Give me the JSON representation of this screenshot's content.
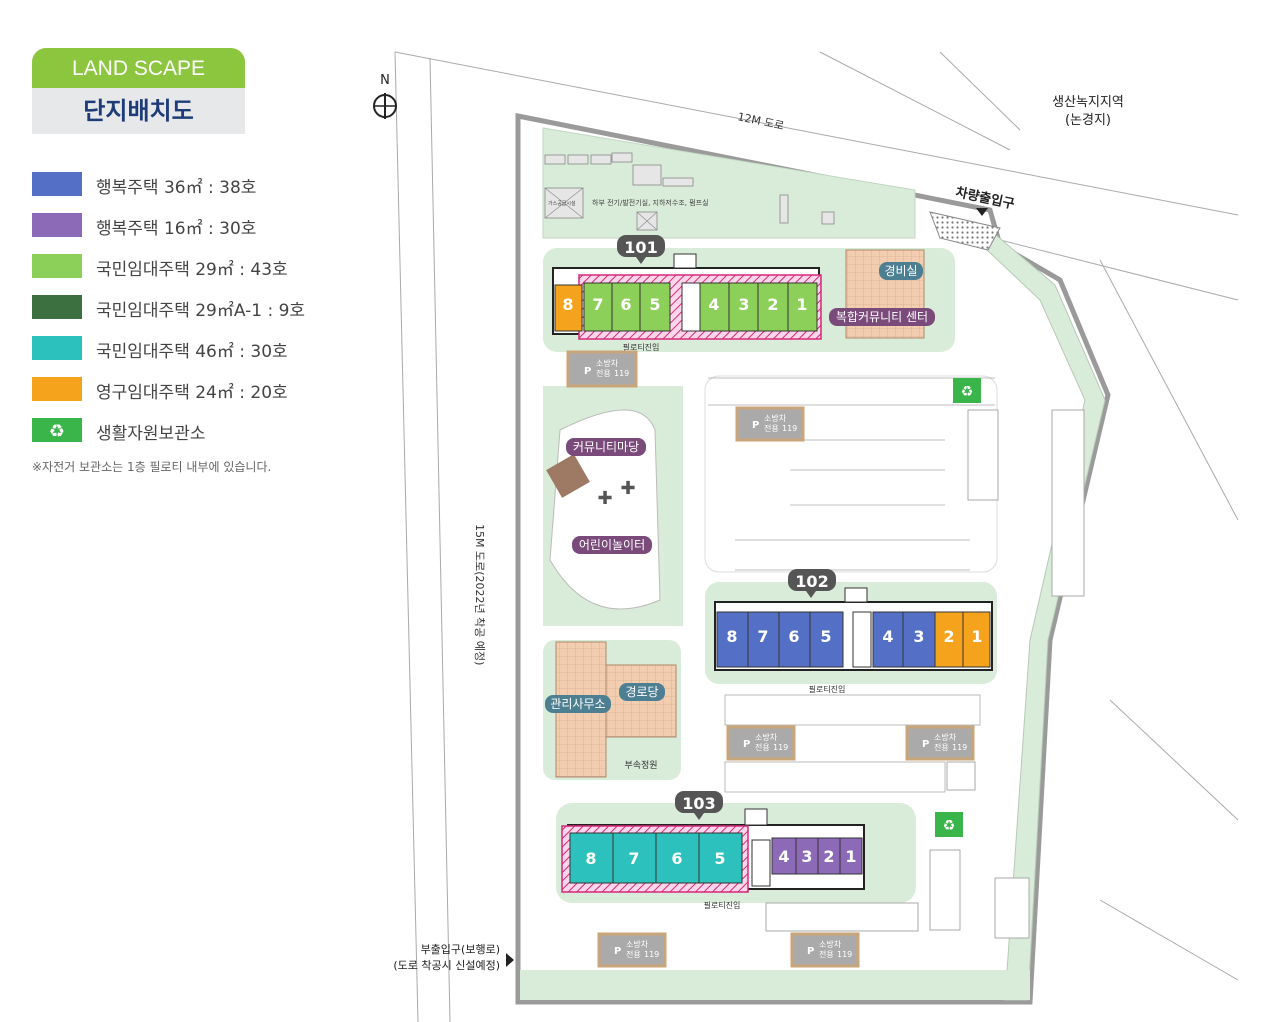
{
  "legend": {
    "heading_en": "LAND SCAPE",
    "heading_ko": "단지배치도",
    "items": [
      {
        "label": "행복주택 36㎡ : 38호",
        "color": "#5470c6"
      },
      {
        "label": "행복주택 16㎡ : 30호",
        "color": "#8c6ab8"
      },
      {
        "label": "국민임대주택 29㎡ : 43호",
        "color": "#8cd05a"
      },
      {
        "label": "국민임대주택 29㎡A-1 : 9호",
        "color": "#3d7040"
      },
      {
        "label": "국민임대주택 46㎡ : 30호",
        "color": "#2dc1bd"
      },
      {
        "label": "영구임대주택 24㎡ : 20호",
        "color": "#f5a31d"
      },
      {
        "label": "생활자원보관소",
        "color": "#3ab54a",
        "icon": "recycle-icon"
      }
    ],
    "note": "※자전거 보관소는 1층 필로티 내부에 있습니다."
  },
  "map": {
    "north": "N",
    "road_12m": "12M 도로",
    "road_15m": "15M 도로(2022년 착공 예정)",
    "green_zone_line1": "생산녹지지역",
    "green_zone_line2": "(논경지)",
    "vehicle_entrance": "차량출입구",
    "side_entrance_line1": "부출입구(보행로)",
    "side_entrance_line2": "(도로 착공시 신설예정)",
    "utility_note": "하부 전기/발전기실, 지하저수조, 펌프실",
    "gas_note": "가스공급시설",
    "guard": "경비실",
    "community_center": "복합커뮤니티 센터",
    "community_yard": "커뮤니티마당",
    "playground": "어린이놀이터",
    "management": "관리사무소",
    "senior_center": "경로당",
    "garden": "부속정원",
    "piloti": "필로티진입",
    "parking_p": "P",
    "parking_line1": "소방차",
    "parking_line2": "전용",
    "parking_line3": "119",
    "buildings": [
      {
        "name": "101",
        "units": [
          "8",
          "7",
          "6",
          "5",
          "4",
          "3",
          "2",
          "1"
        ]
      },
      {
        "name": "102",
        "units": [
          "8",
          "7",
          "6",
          "5",
          "4",
          "3",
          "2",
          "1"
        ]
      },
      {
        "name": "103",
        "units": [
          "8",
          "7",
          "6",
          "5",
          "4",
          "3",
          "2",
          "1"
        ]
      }
    ]
  }
}
